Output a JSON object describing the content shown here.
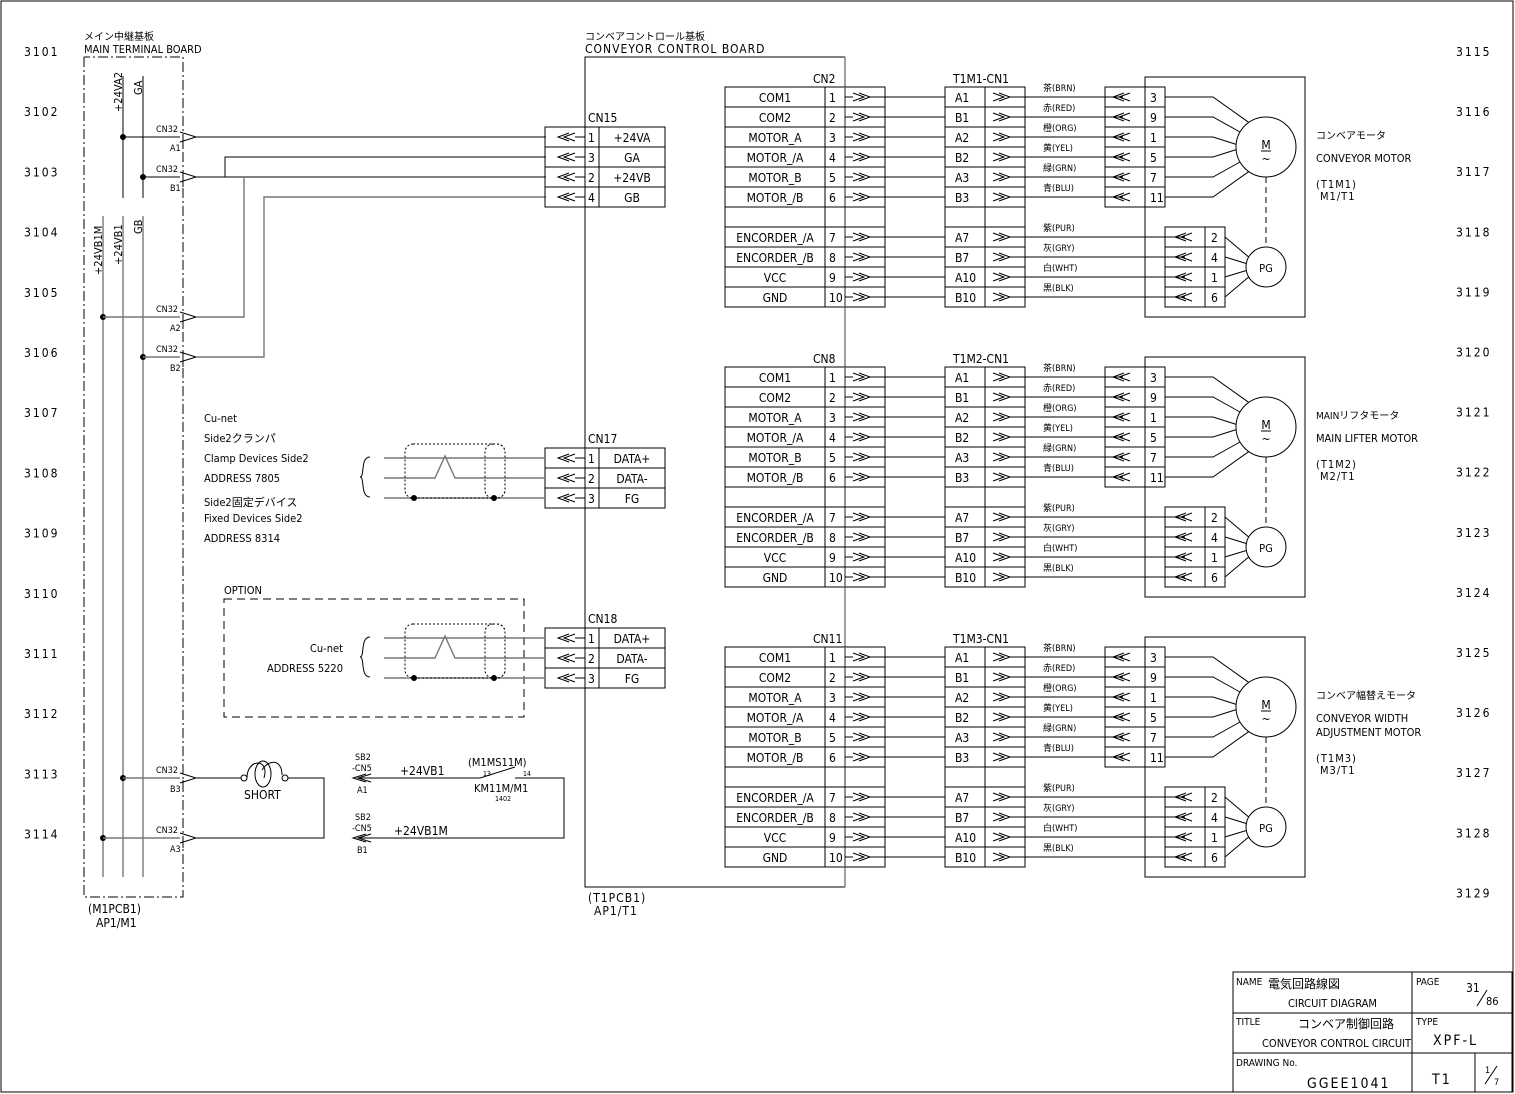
{
  "sheet": {
    "row_refs_left": [
      "3101",
      "3102",
      "3103",
      "3104",
      "3105",
      "3106",
      "3107",
      "3108",
      "3109",
      "3110",
      "3111",
      "3112",
      "3113",
      "3114"
    ],
    "row_refs_right": [
      "3115",
      "3116",
      "3117",
      "3118",
      "3119",
      "3120",
      "3121",
      "3122",
      "3123",
      "3124",
      "3125",
      "3126",
      "3127",
      "3128",
      "3129"
    ]
  },
  "main_terminal_board": {
    "title_jp": "メイン中継基板",
    "title_en": "MAIN TERMINAL BOARD",
    "ref1": "(M1PCB1)",
    "ref2": "AP1/M1",
    "bus_top": [
      "+24VA2",
      "GA"
    ],
    "bus_bottom": [
      "+24VB1M",
      "+24VB1",
      "GB"
    ],
    "connector": "CN32",
    "pins": [
      "A1",
      "B1",
      "A2",
      "B2",
      "B3",
      "A3"
    ]
  },
  "conveyor_control_board": {
    "title_jp": "コンベアコントロール基板",
    "title_en": "CONVEYOR CONTROL BOARD",
    "ref1": "(T1PCB1)",
    "ref2": "AP1/T1",
    "cn15": {
      "name": "CN15",
      "rows": [
        {
          "pin": "1",
          "signal": "+24VA"
        },
        {
          "pin": "3",
          "signal": "GA"
        },
        {
          "pin": "2",
          "signal": "+24VB"
        },
        {
          "pin": "4",
          "signal": "GB"
        }
      ]
    },
    "cn17": {
      "name": "CN17",
      "rows": [
        {
          "pin": "1",
          "signal": "DATA+"
        },
        {
          "pin": "2",
          "signal": "DATA-"
        },
        {
          "pin": "3",
          "signal": "FG"
        }
      ]
    },
    "cn18": {
      "name": "CN18",
      "rows": [
        {
          "pin": "1",
          "signal": "DATA+"
        },
        {
          "pin": "2",
          "signal": "DATA-"
        },
        {
          "pin": "3",
          "signal": "FG"
        }
      ]
    }
  },
  "motor_connector_signals": [
    {
      "signal": "COM1",
      "pin": "1",
      "relay": "A1",
      "wire": "茶(BRN)",
      "motor_pin": "3"
    },
    {
      "signal": "COM2",
      "pin": "2",
      "relay": "B1",
      "wire": "赤(RED)",
      "motor_pin": "9"
    },
    {
      "signal": "MOTOR_A",
      "pin": "3",
      "relay": "A2",
      "wire": "橙(ORG)",
      "motor_pin": "1"
    },
    {
      "signal": "MOTOR_/A",
      "pin": "4",
      "relay": "B2",
      "wire": "黄(YEL)",
      "motor_pin": "5"
    },
    {
      "signal": "MOTOR_B",
      "pin": "5",
      "relay": "A3",
      "wire": "緑(GRN)",
      "motor_pin": "7"
    },
    {
      "signal": "MOTOR_/B",
      "pin": "6",
      "relay": "B3",
      "wire": "青(BLU)",
      "motor_pin": "11"
    }
  ],
  "encoder_connector_signals": [
    {
      "signal": "ENCORDER_/A",
      "pin": "7",
      "relay": "A7",
      "wire": "紫(PUR)",
      "pg_pin": "2"
    },
    {
      "signal": "ENCORDER_/B",
      "pin": "8",
      "relay": "B7",
      "wire": "灰(GRY)",
      "pg_pin": "4"
    },
    {
      "signal": "VCC",
      "pin": "9",
      "relay": "A10",
      "wire": "白(WHT)",
      "pg_pin": "1"
    },
    {
      "signal": "GND",
      "pin": "10",
      "relay": "B10",
      "wire": "黒(BLK)",
      "pg_pin": "6"
    }
  ],
  "motors": [
    {
      "board_connector": "CN2",
      "relay_connector": "T1M1-CN1",
      "name_jp": "コンベアモータ",
      "name_en": [
        "CONVEYOR MOTOR"
      ],
      "ref1": "(T1M1)",
      "ref2": "M1/T1",
      "motor_symbol": "M",
      "motor_sub": "~",
      "encoder_symbol": "PG"
    },
    {
      "board_connector": "CN8",
      "relay_connector": "T1M2-CN1",
      "name_jp": "MAINリフタモータ",
      "name_en": [
        "MAIN LIFTER MOTOR"
      ],
      "ref1": "(T1M2)",
      "ref2": "M2/T1",
      "motor_symbol": "M",
      "motor_sub": "~",
      "encoder_symbol": "PG"
    },
    {
      "board_connector": "CN11",
      "relay_connector": "T1M3-CN1",
      "name_jp": "コンベア幅替えモータ",
      "name_en": [
        "CONVEYOR WIDTH",
        "ADJUSTMENT MOTOR"
      ],
      "ref1": "(T1M3)",
      "ref2": "M3/T1",
      "motor_symbol": "M",
      "motor_sub": "~",
      "encoder_symbol": "PG"
    }
  ],
  "cunet_side2": {
    "lines": [
      "Cu-net",
      "Side2クランパ",
      "Clamp Devices Side2",
      "ADDRESS 7805",
      "Side2固定デバイス",
      "Fixed Devices Side2",
      "ADDRESS 8314"
    ]
  },
  "option": {
    "label": "OPTION",
    "lines": [
      "Cu-net",
      "ADDRESS 5220"
    ]
  },
  "short_circuit": {
    "label": "SHORT",
    "sb2_top": [
      "SB2",
      "-CN5",
      "A1"
    ],
    "sb2_bottom": [
      "SB2",
      "-CN5",
      "B1"
    ],
    "net_top": "+24VB1",
    "net_bottom": "+24VB1M",
    "contact_ref": "(M1MS11M)",
    "contact_pin_left": "13",
    "contact_pin_right": "14",
    "contact_name": "KM11M/M1",
    "contact_page": "1402"
  },
  "title_block": {
    "name_label": "NAME",
    "name_jp": "電気回路線図",
    "name_en": "CIRCUIT DIAGRAM",
    "page_label": "PAGE",
    "page_num": "31",
    "page_total": "86",
    "title_label": "TITLE",
    "title_jp": "コンベア制御回路",
    "title_en": "CONVEYOR CONTROL CIRCUIT",
    "type_label": "TYPE",
    "type_value": "XPF-L",
    "drawing_label": "DRAWING No.",
    "drawing_value": "GGEE1041",
    "unit": "T1",
    "sheet_num": "1",
    "sheet_total": "7"
  }
}
